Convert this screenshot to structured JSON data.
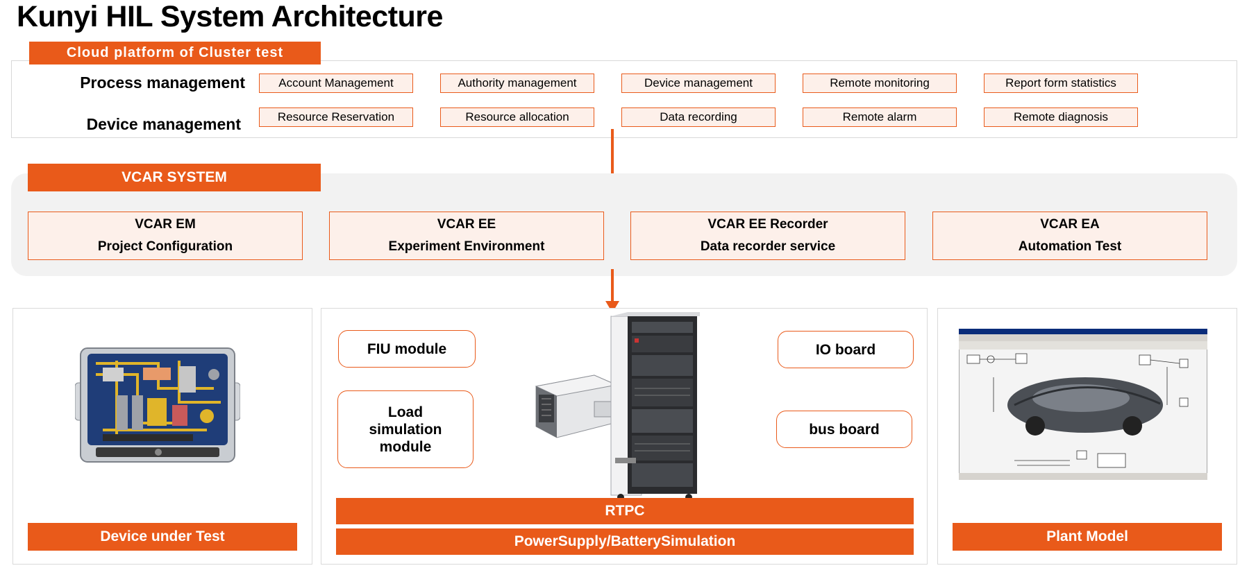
{
  "title": "Kunyi HIL System Architecture",
  "cloud": {
    "label": "Cloud platform of Cluster test",
    "rows": [
      {
        "label": "Process management",
        "items": [
          "Account Management",
          "Authority management",
          "Device management",
          "Remote monitoring",
          "Report form statistics"
        ]
      },
      {
        "label": "Device management",
        "items": [
          "Resource Reservation",
          "Resource allocation",
          "Data recording",
          "Remote alarm",
          "Remote diagnosis"
        ]
      }
    ]
  },
  "vcar": {
    "label": "VCAR SYSTEM",
    "modules": [
      {
        "name": "VCAR EM",
        "desc": "Project Configuration"
      },
      {
        "name": "VCAR EE",
        "desc": "Experiment Environment"
      },
      {
        "name": "VCAR EE Recorder",
        "desc": "Data recorder service"
      },
      {
        "name": "VCAR EA",
        "desc": "Automation Test"
      }
    ]
  },
  "dut": {
    "label": "Device under Test"
  },
  "hardware": {
    "fiu": "FIU module",
    "load": "Load simulation module",
    "io": "IO board",
    "bus": "bus board",
    "rtpc": "RTPC",
    "power": "PowerSupply/BatterySimulation"
  },
  "plant": {
    "label": "Plant Model"
  },
  "colors": {
    "accent": "#e95a1a",
    "tint": "#fdf0ea",
    "panel": "#f2f2f2"
  }
}
